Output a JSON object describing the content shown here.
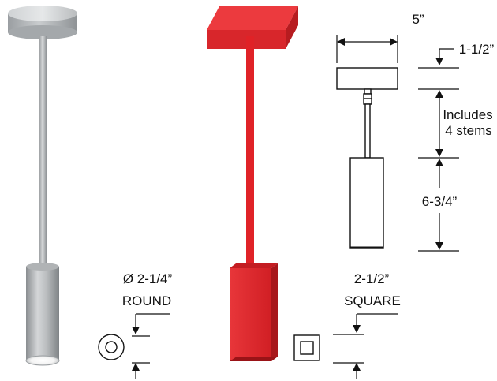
{
  "labels": {
    "round_dim": "Ø 2-1/4”",
    "round_shape": "ROUND",
    "square_dim": "2-1/2”",
    "square_shape": "SQUARE",
    "canopy_width": "5”",
    "canopy_height": "1-1/2”",
    "stems_line1": "Includes",
    "stems_line2": "4 stems",
    "pendant_height": "6-3/4”"
  },
  "colors": {
    "silver": "#b5b8bb",
    "red": "#e3262b",
    "line": "#111111"
  }
}
